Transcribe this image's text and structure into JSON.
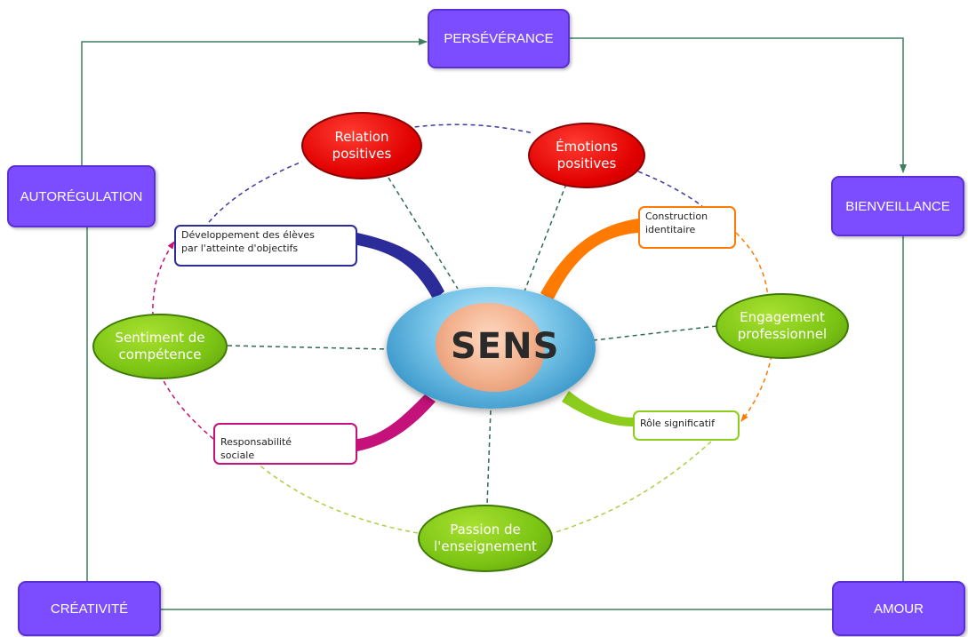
{
  "corners": {
    "top": "PERSÉVÉRANCE",
    "left": "AUTORÉGULATION",
    "right": "BIENVEILLANCE",
    "bottom_left": "CRÉATIVITÉ",
    "bottom_right": "AMOUR"
  },
  "center": {
    "label": "SENS"
  },
  "red_ovals": [
    {
      "line1": "Relation",
      "line2": "positives"
    },
    {
      "line1": "Émotions",
      "line2": "positives"
    }
  ],
  "green_ovals": {
    "competence": {
      "line1": "Sentiment de",
      "line2": "compétence"
    },
    "engagement": {
      "line1": "Engagement",
      "line2": "professionnel"
    },
    "passion": {
      "line1": "Passion de",
      "line2": "l'enseignement"
    }
  },
  "boxes": {
    "developpement": {
      "line1": "Développement des élèves",
      "line2": "par l'atteinte d'objectifs"
    },
    "construction": {
      "line1": "Construction",
      "line2": "identitaire"
    },
    "role": {
      "line1": "Rôle significatif"
    },
    "responsabilite": {
      "line1": "Responsabilité",
      "line2": "sociale"
    }
  },
  "colors": {
    "corner_fill": "#7b4dff",
    "frame_line": "#3f7f5f",
    "red_oval": "#e00000",
    "green_oval": "#7bc414",
    "navy_branch": "#2b2b9a",
    "orange_branch": "#ff7a00",
    "lime_branch": "#8ccc1c",
    "magenta_branch": "#c4127a",
    "dashed_center": "#2f6b4f"
  }
}
